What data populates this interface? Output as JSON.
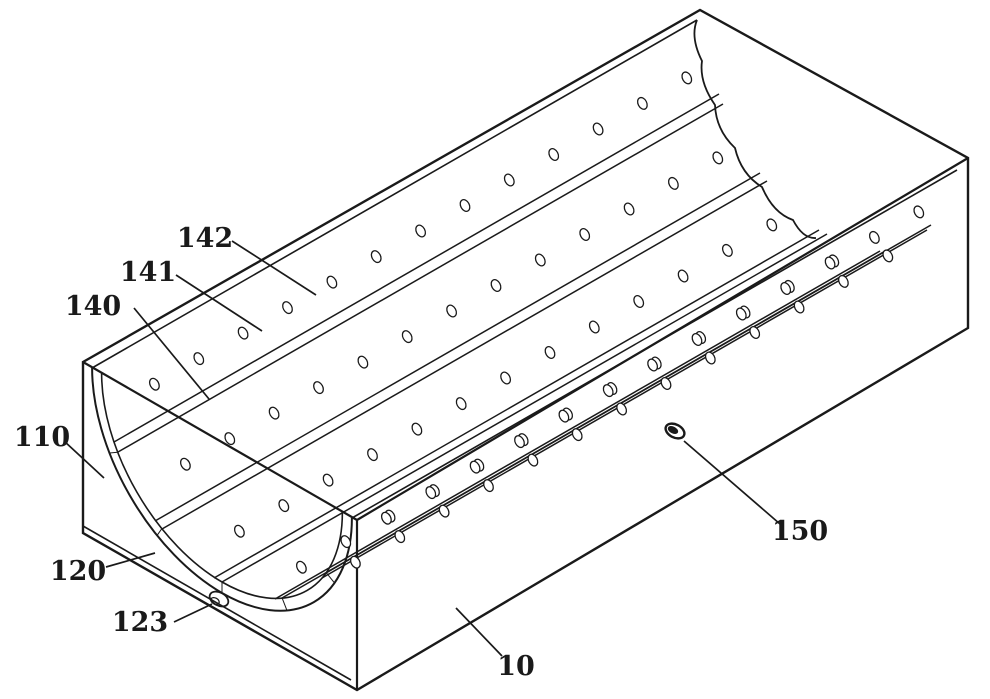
{
  "figure": {
    "description": "Patent-style isometric line drawing of a U-channel trough with corrugated perforated inner surface",
    "background": "#ffffff",
    "line_color": "#1a1a1a",
    "reference_labels": [
      {
        "ref": "142"
      },
      {
        "ref": "141"
      },
      {
        "ref": "140"
      },
      {
        "ref": "110"
      },
      {
        "ref": "120"
      },
      {
        "ref": "123"
      },
      {
        "ref": "150"
      },
      {
        "ref": "10"
      }
    ]
  }
}
